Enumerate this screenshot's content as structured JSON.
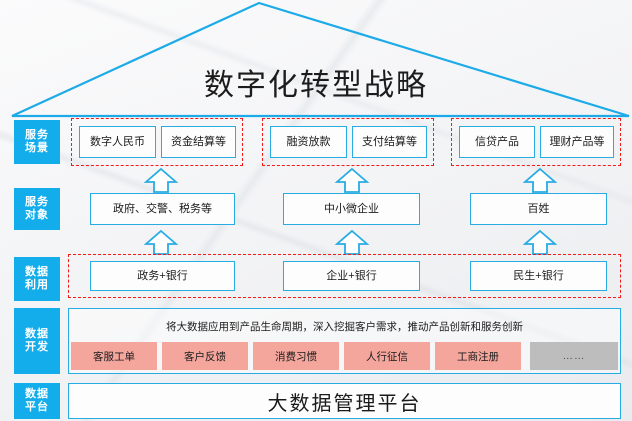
{
  "diagram": {
    "title": "数字化转型战略",
    "accent_blue": "#14ADEB",
    "box_border_blue": "#29ACE3",
    "dashed_red": "#F51919",
    "tag_pink": "#F4A69D",
    "tag_gray": "#BDBDBD"
  },
  "rows": {
    "service_scene": {
      "label_line1": "服务",
      "label_line2": "场景"
    },
    "service_object": {
      "label_line1": "服务",
      "label_line2": "对象"
    },
    "data_use": {
      "label_line1": "数据",
      "label_line2": "利用"
    },
    "data_dev": {
      "label_line1": "数据",
      "label_line2": "开发"
    },
    "data_platform": {
      "label_line1": "数据",
      "label_line2": "平台"
    }
  },
  "columns": [
    {
      "scenes": [
        "数字人民币",
        "资金结算等"
      ],
      "object": "政府、交警、税务等",
      "data_use": "政务+银行"
    },
    {
      "scenes": [
        "融资放款",
        "支付结算等"
      ],
      "object": "中小微企业",
      "data_use": "企业+银行"
    },
    {
      "scenes": [
        "信贷产品",
        "理财产品等"
      ],
      "object": "百姓",
      "data_use": "民生+银行"
    }
  ],
  "data_dev": {
    "description": "将大数据应用到产品生命周期，深入挖掘客户需求，推动产品创新和服务创新",
    "tags": [
      "客服工单",
      "客户反馈",
      "消费习惯",
      "人行征信",
      "工商注册",
      "……"
    ]
  },
  "data_platform": {
    "name": "大数据管理平台"
  }
}
